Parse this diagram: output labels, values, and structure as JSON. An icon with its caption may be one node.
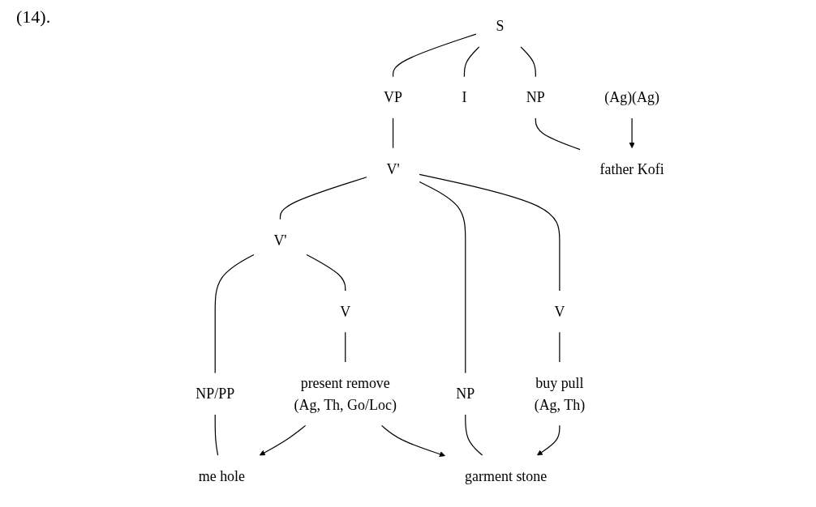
{
  "diagram": {
    "nodes": [
      {
        "text": [
          "S"
        ]
      },
      {
        "text": [
          "NP"
        ]
      },
      {
        "text": [
          "I"
        ]
      },
      {
        "text": [
          "VP"
        ]
      },
      {
        "text": [
          "(Ag)(Ag)"
        ]
      },
      {
        "text": [
          "father Kofi"
        ]
      },
      {
        "text": [
          "V'"
        ]
      },
      {
        "text": [
          "V"
        ]
      },
      {
        "text": [
          "NP"
        ]
      },
      {
        "text": [
          "V'"
        ]
      },
      {
        "text": [
          "buy pull",
          "(Ag, Th)"
        ]
      },
      {
        "text": [
          "garment stone"
        ]
      },
      {
        "text": [
          "V"
        ]
      },
      {
        "text": [
          "NP/PP"
        ]
      },
      {
        "text": [
          "present remove",
          "(Ag, Th, Go/Loc)"
        ]
      },
      {
        "text": [
          "me hole"
        ]
      }
    ],
    "edges": [
      {
        "from": 0,
        "to": 1,
        "arrow": "none"
      },
      {
        "from": 0,
        "to": 2,
        "arrow": "none"
      },
      {
        "from": 0,
        "to": 3,
        "arrow": "none"
      },
      {
        "from": 1,
        "to": 5,
        "arrow": "none"
      },
      {
        "from": 3,
        "to": 6,
        "arrow": "none"
      },
      {
        "from": 6,
        "to": 7,
        "arrow": "none"
      },
      {
        "from": 6,
        "to": 8,
        "arrow": "none"
      },
      {
        "from": 6,
        "to": 9,
        "arrow": "none"
      },
      {
        "from": 7,
        "to": 10,
        "arrow": "none"
      },
      {
        "from": 8,
        "to": 11,
        "arrow": "none"
      },
      {
        "from": 9,
        "to": 12,
        "arrow": "none"
      },
      {
        "from": 9,
        "to": 13,
        "arrow": "none"
      },
      {
        "from": 12,
        "to": 14,
        "arrow": "none"
      },
      {
        "from": 13,
        "to": 15,
        "arrow": "none"
      },
      {
        "from": 4,
        "to": 5,
        "arrow": "to"
      },
      {
        "from": 10,
        "to": 11,
        "arrow": "to"
      },
      {
        "from": 14,
        "to": 11,
        "arrow": "to"
      },
      {
        "from": 14,
        "to": 15,
        "arrow": "to"
      }
    ],
    "labels": [
      "(14)."
    ]
  }
}
